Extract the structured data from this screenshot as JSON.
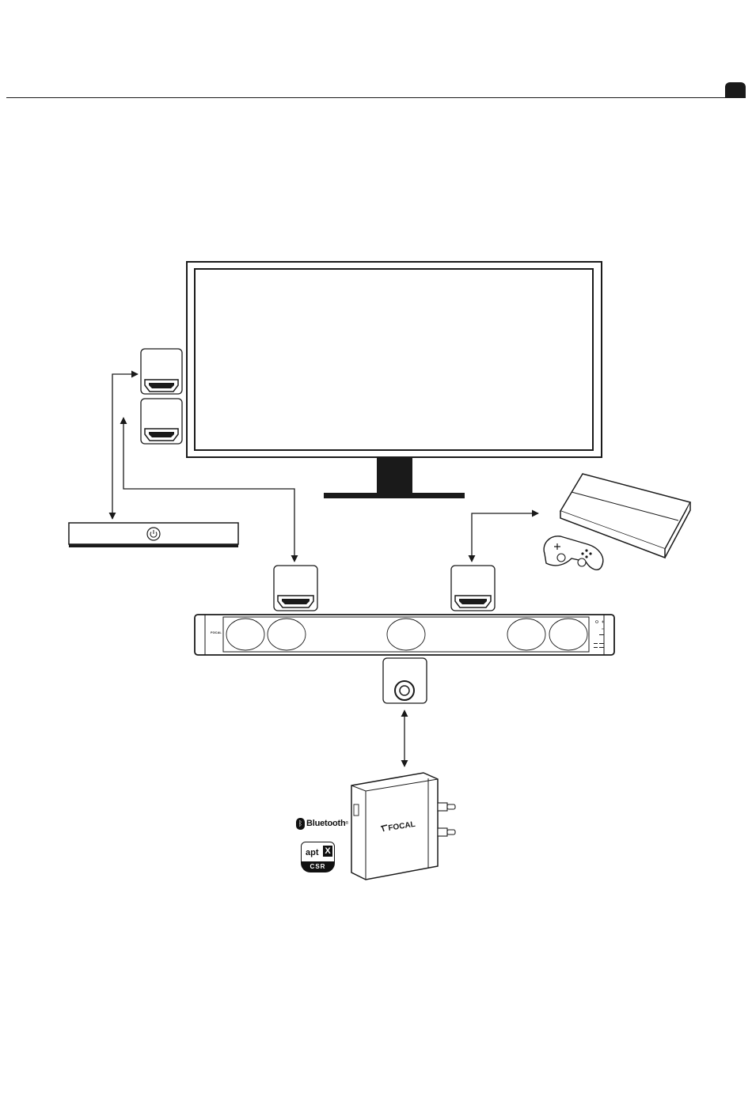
{
  "diagram": {
    "soundbar_brand": "FOCAL",
    "streamer_brand": "FOCAL",
    "bluetooth_label": "Bluetooth",
    "bluetooth_reg": "®",
    "aptx_word": "apt",
    "aptx_mark": "X",
    "aptx_sub": "CSR",
    "colors": {
      "line": "#1a1a1a",
      "background": "#ffffff"
    }
  }
}
